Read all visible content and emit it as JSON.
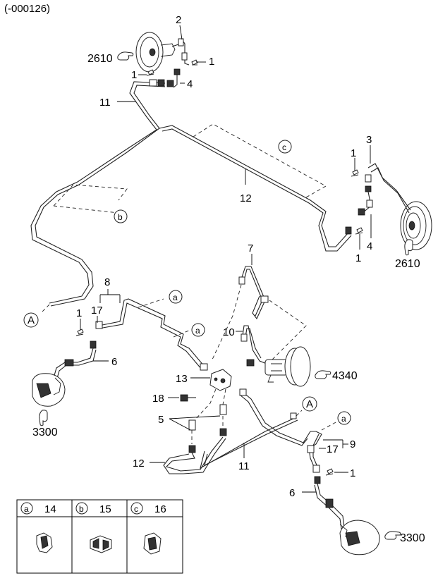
{
  "header": {
    "code": "(-000126)"
  },
  "callouts": {
    "n1a": "1",
    "n1b": "1",
    "n1c": "1",
    "n1d": "1",
    "n1e": "1",
    "n1f": "1",
    "n2": "2",
    "n3": "3",
    "n4a": "4",
    "n4b": "4",
    "n5": "5",
    "n6a": "6",
    "n6b": "6",
    "n7": "7",
    "n8": "8",
    "n9": "9",
    "n10": "10",
    "n11a": "11",
    "n11b": "11",
    "n12a": "12",
    "n12b": "12",
    "n13": "13",
    "n17a": "17",
    "n17b": "17",
    "n18": "18"
  },
  "references": {
    "r2610a": "2610",
    "r2610b": "2610",
    "r4340": "4340",
    "r3300a": "3300",
    "r3300b": "3300"
  },
  "connectors": {
    "A1": "A",
    "A2": "A",
    "a1": "a",
    "a2": "a",
    "a3": "a",
    "b": "b",
    "c": "c"
  },
  "legend": [
    {
      "letter": "a",
      "number": "14"
    },
    {
      "letter": "b",
      "number": "15"
    },
    {
      "letter": "c",
      "number": "16"
    }
  ]
}
